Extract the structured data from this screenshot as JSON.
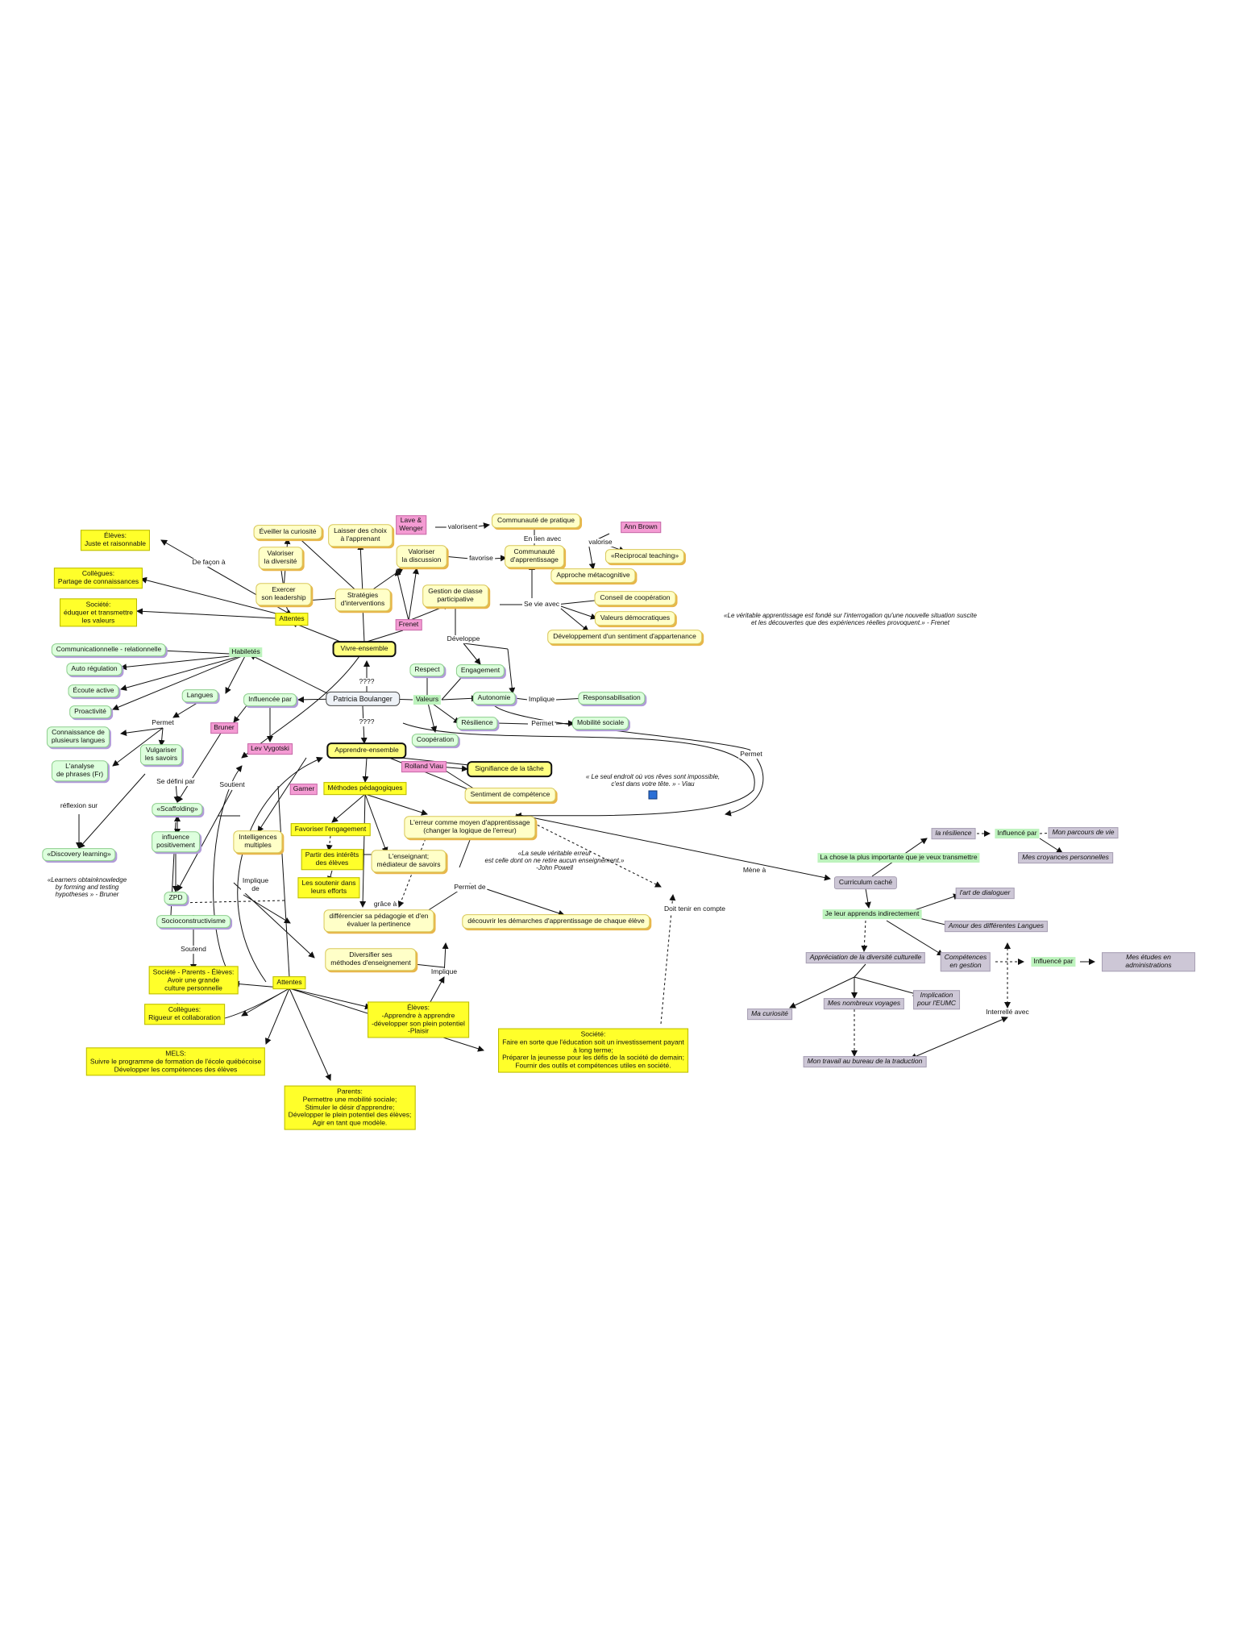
{
  "diagram": {
    "center": "Patricia Boulanger",
    "nodes": [
      {
        "id": "eleves_juste",
        "text": "Élèves:\nJuste et raisonnable"
      },
      {
        "id": "collegues_partage",
        "text": "Collègues:\nPartage de connaissances"
      },
      {
        "id": "societe_eduquer",
        "text": "Société:\néduquer et transmettre\nles valeurs"
      },
      {
        "id": "eveiller",
        "text": "Éveiller la curiosité"
      },
      {
        "id": "valoriser_div",
        "text": "Valoriser\nla diversité"
      },
      {
        "id": "exercer",
        "text": "Exercer\nson leadership"
      },
      {
        "id": "laisser",
        "text": "Laisser des choix\nà l'apprenant"
      },
      {
        "id": "strategies",
        "text": "Stratégies\nd'interventions"
      },
      {
        "id": "lave",
        "text": "Lave &\nWenger"
      },
      {
        "id": "comm_pratique",
        "text": "Communauté de pratique"
      },
      {
        "id": "valoriser_disc",
        "text": "Valoriser\nla discussion"
      },
      {
        "id": "comm_app",
        "text": "Communauté\nd'apprentissage"
      },
      {
        "id": "ann_brown",
        "text": "Ann Brown"
      },
      {
        "id": "reciprocal",
        "text": "«Reciprocal teaching»"
      },
      {
        "id": "approche_meta",
        "text": "Approche métacognitive"
      },
      {
        "id": "gestion",
        "text": "Gestion de classe\nparticipative"
      },
      {
        "id": "frenet",
        "text": "Frenet"
      },
      {
        "id": "attentes_top",
        "text": "Attentes"
      },
      {
        "id": "conseil",
        "text": "Conseil de coopération"
      },
      {
        "id": "valeurs_dem",
        "text": "Valeurs démocratiques"
      },
      {
        "id": "dev_sentiment",
        "text": "Développement d'un sentiment d'appartenance"
      },
      {
        "id": "vivre",
        "text": "Vivre-ensemble"
      },
      {
        "id": "habiletes",
        "text": "Habiletés"
      },
      {
        "id": "communic",
        "text": "Communicationnelle - relationnelle"
      },
      {
        "id": "auto_reg",
        "text": "Auto régulation"
      },
      {
        "id": "ecoute",
        "text": "Écoute active"
      },
      {
        "id": "proactivite",
        "text": "Proactivité"
      },
      {
        "id": "langues",
        "text": "Langues"
      },
      {
        "id": "connaissance",
        "text": "Connaissance de\nplusieurs langues"
      },
      {
        "id": "analyse",
        "text": "L'analyse\nde phrases (Fr)"
      },
      {
        "id": "vulgariser",
        "text": "Vulgariser\nles savoirs"
      },
      {
        "id": "influencee",
        "text": "Influencée par"
      },
      {
        "id": "bruner",
        "text": "Bruner"
      },
      {
        "id": "vygotski",
        "text": "Lev Vygotski"
      },
      {
        "id": "respect",
        "text": "Respect"
      },
      {
        "id": "engagement",
        "text": "Engagement"
      },
      {
        "id": "valeurs",
        "text": "Valeurs"
      },
      {
        "id": "autonomie",
        "text": "Autonomie"
      },
      {
        "id": "responsab",
        "text": "Responsabilisation"
      },
      {
        "id": "resilience",
        "text": "Résilience"
      },
      {
        "id": "mobilite",
        "text": "Mobilité sociale"
      },
      {
        "id": "cooperation",
        "text": "Coopération"
      },
      {
        "id": "apprendre",
        "text": "Apprendre-ensemble"
      },
      {
        "id": "rolland",
        "text": "Rolland Viau"
      },
      {
        "id": "signifiance",
        "text": "Signifiance de la tâche"
      },
      {
        "id": "sentiment_comp",
        "text": "Sentiment de compétence"
      },
      {
        "id": "gardner",
        "text": "Garner"
      },
      {
        "id": "methodes",
        "text": "Méthodes pédagogiques"
      },
      {
        "id": "erreur",
        "text": "L'erreur comme moyen d'apprentissage\n(changer la logique de l'erreur)"
      },
      {
        "id": "scaffolding",
        "text": "«Scaffolding»"
      },
      {
        "id": "influence_pos",
        "text": "influence\npositivement"
      },
      {
        "id": "discovery",
        "text": "«Discovery learning»"
      },
      {
        "id": "intelligences",
        "text": "Intelligences\nmultiples"
      },
      {
        "id": "favoriser",
        "text": "Favoriser l'engagement"
      },
      {
        "id": "partir",
        "text": "Partir des intérêts\ndes élèves"
      },
      {
        "id": "soutenir",
        "text": "Les soutenir dans\nleurs efforts"
      },
      {
        "id": "enseignant",
        "text": "L'enseignant;\nmédiateur de savoirs"
      },
      {
        "id": "zpd",
        "text": "ZPD"
      },
      {
        "id": "differencier",
        "text": "différencier sa pédagogie et d'en\névaluer la pertinence"
      },
      {
        "id": "decouvrir",
        "text": "découvrir les démarches d'apprentissage de chaque élève"
      },
      {
        "id": "socio",
        "text": "Socioconstructivisme"
      },
      {
        "id": "diversifier",
        "text": "Diversifier ses\nméthodes d'enseignement"
      },
      {
        "id": "societe_parents",
        "text": "Société - Parents - Élèves:\nAvoir une grande\nculture personnelle"
      },
      {
        "id": "attentes_bot",
        "text": "Attentes"
      },
      {
        "id": "collegues_rig",
        "text": "Collègues:\nRigueur et collaboration"
      },
      {
        "id": "eleves_app",
        "text": "Élèves:\n-Apprendre à apprendre\n-développer son plein potentiel\n-Plaisir"
      },
      {
        "id": "societe_faire",
        "text": "Société:\nFaire en sorte que l'éducation soit un investissement payant\nà long terme;\nPréparer la jeunesse pour les défis de la société de demain;\nFournir des outils et compétences utiles en société."
      },
      {
        "id": "mels",
        "text": "MELS:\nSuivre le programme de formation de l'école québécoise\nDévelopper les compétences des élèves"
      },
      {
        "id": "parents",
        "text": "Parents:\nPermettre une mobilité sociale;\nStimuler le désir d'apprendre;\nDévelopper le plein potentiel des élèves;\nAgir en tant que modèle."
      },
      {
        "id": "la_resilience",
        "text": "la résilience"
      },
      {
        "id": "influence_par1",
        "text": "Influencé par"
      },
      {
        "id": "parcours",
        "text": "Mon parcours de vie"
      },
      {
        "id": "croyances",
        "text": "Mes croyances personnelles"
      },
      {
        "id": "chose",
        "text": "La chose la plus importante que je veux transmettre"
      },
      {
        "id": "curriculum",
        "text": "Curriculum caché"
      },
      {
        "id": "dialoguer",
        "text": "l'art de dialoguer"
      },
      {
        "id": "apprends",
        "text": "Je leur apprends indirectement"
      },
      {
        "id": "amour",
        "text": "Amour des différentes Langues"
      },
      {
        "id": "appreciation",
        "text": "Appréciation de la diversité culturelle"
      },
      {
        "id": "competences_g",
        "text": "Compétences\nen gestion"
      },
      {
        "id": "influence_par2",
        "text": "Influencé par"
      },
      {
        "id": "etudes",
        "text": "Mes études en administrations"
      },
      {
        "id": "curiosite",
        "text": "Ma curiosité"
      },
      {
        "id": "voyages",
        "text": "Mes nombreux voyages"
      },
      {
        "id": "implication",
        "text": "Implication\npour l'EUMC"
      },
      {
        "id": "travail",
        "text": "Mon travail au bureau de la traduction"
      }
    ],
    "labels": [
      {
        "id": "l_defacon",
        "text": "De façon à"
      },
      {
        "id": "l_valorisent",
        "text": "valorisent"
      },
      {
        "id": "l_enlien",
        "text": "En lien avec"
      },
      {
        "id": "l_valorise",
        "text": "valorise"
      },
      {
        "id": "l_favorise",
        "text": "favorise"
      },
      {
        "id": "l_sevie",
        "text": "Se vie avec"
      },
      {
        "id": "l_developpe",
        "text": "Développe"
      },
      {
        "id": "l_q1",
        "text": "????"
      },
      {
        "id": "l_q2",
        "text": "????"
      },
      {
        "id": "l_implique1",
        "text": "Implique"
      },
      {
        "id": "l_permet1",
        "text": "Permet"
      },
      {
        "id": "l_permet2",
        "text": "Permet"
      },
      {
        "id": "l_permet3",
        "text": "Permet"
      },
      {
        "id": "l_sedefini",
        "text": "Se défini par"
      },
      {
        "id": "l_soutient",
        "text": "Soutient"
      },
      {
        "id": "l_reflexion",
        "text": "réflexion sur"
      },
      {
        "id": "l_implique_de",
        "text": "Implique\nde"
      },
      {
        "id": "l_grace",
        "text": "grâce à"
      },
      {
        "id": "l_permetde",
        "text": "Permet de"
      },
      {
        "id": "l_implique2",
        "text": "Implique"
      },
      {
        "id": "l_soutend",
        "text": "Soutend"
      },
      {
        "id": "l_doit",
        "text": "Doit tenir en compte"
      },
      {
        "id": "l_mene",
        "text": "Mène à"
      },
      {
        "id": "l_interrelie",
        "text": "Interrellé avec"
      }
    ],
    "quotes": [
      {
        "id": "q_frenet",
        "text": "«Le véritable apprentissage est fondé sur l'interrogation qu'une nouvelle situation suscite\net les découvertes que des expériences réelles provoquent.» - Frenet"
      },
      {
        "id": "q_viau",
        "text": "« Le seul endroit où vos rêves sont impossible,\nc'est dans votre tête. » - Viau"
      },
      {
        "id": "q_powell",
        "text": "«La seule véritable erreur\nest celle dont on ne retire aucun enseignement.»\n-John Powell"
      },
      {
        "id": "q_bruner",
        "text": "«Learners obtainknowledge\nby forming and testing\nhypotheses » - Bruner"
      }
    ],
    "colors": {
      "yellow": "#ffff2a",
      "light_yellow": "#ffffc8",
      "green": "#ddffdd",
      "pink": "#f49bd3",
      "grey": "#cdc7d6",
      "edge": "#111111"
    },
    "icons": {
      "note": "note-icon"
    }
  }
}
